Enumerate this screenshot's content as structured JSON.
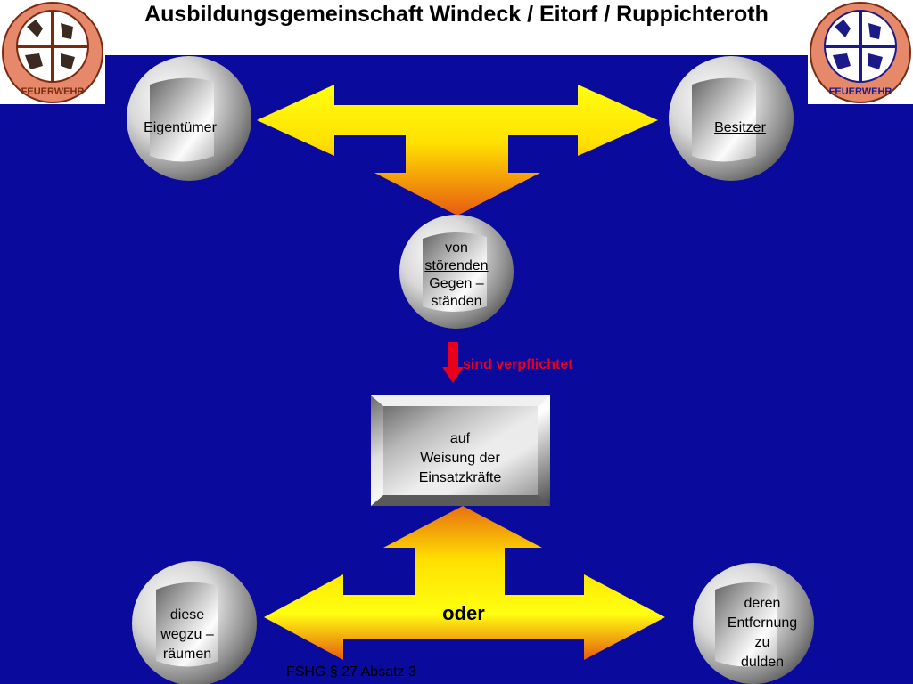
{
  "header": {
    "title": "Ausbildungsgemeinschaft Windeck / Eitorf / Ruppichteroth",
    "logo_text": "FEUERWEHR"
  },
  "nodes": {
    "eigentuemer": "Eigentümer",
    "besitzer": "Besitzer",
    "stoerend_line1": "von",
    "stoerend_line2": "störenden",
    "stoerend_line3": "Gegen –",
    "stoerend_line4": "ständen",
    "verpflichtet": "sind verpflichtet",
    "weisung_line1": "auf",
    "weisung_line2": "Weisung der",
    "weisung_line3": "Einsatzkräfte",
    "oder": "oder",
    "wegzu_line1": "diese",
    "wegzu_line2": "wegzu –",
    "wegzu_line3": "räumen",
    "dulden_line1": "deren",
    "dulden_line2": "Entfernung",
    "dulden_line3": "zu",
    "dulden_line4": "dulden"
  },
  "footer": {
    "text": "FSHG § 27 Absatz 3"
  },
  "colors": {
    "background": "#0a0a9c",
    "arrow_top": "#ffff00",
    "arrow_bottom": "#e85a10",
    "accent_red": "#e8001c"
  }
}
